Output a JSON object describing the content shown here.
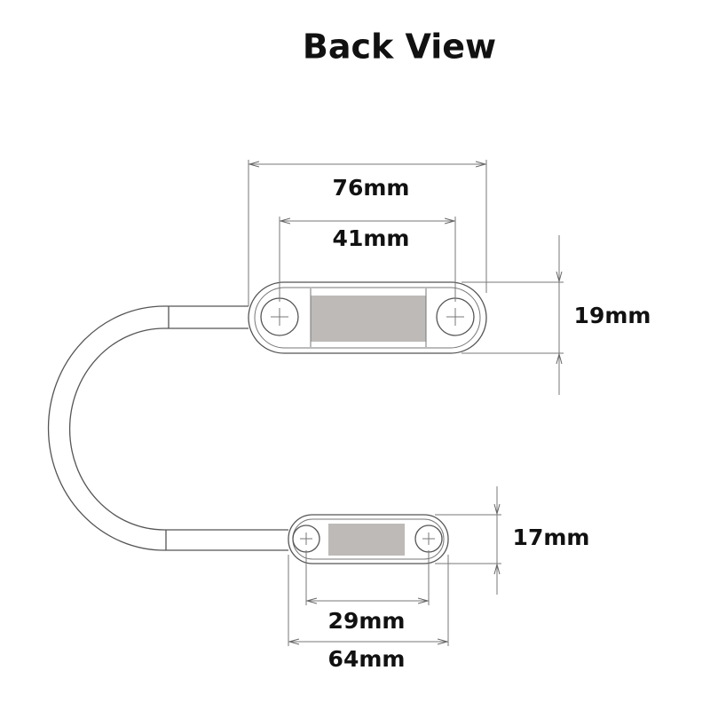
{
  "title": "Back View",
  "dimensions": {
    "top_overall_width": "76mm",
    "top_hole_spacing": "41mm",
    "top_height": "19mm",
    "bottom_height": "17mm",
    "bottom_hole_spacing": "29mm",
    "bottom_overall_width": "64mm"
  },
  "colors": {
    "lens": "#bdbab8",
    "line": "#555555"
  }
}
